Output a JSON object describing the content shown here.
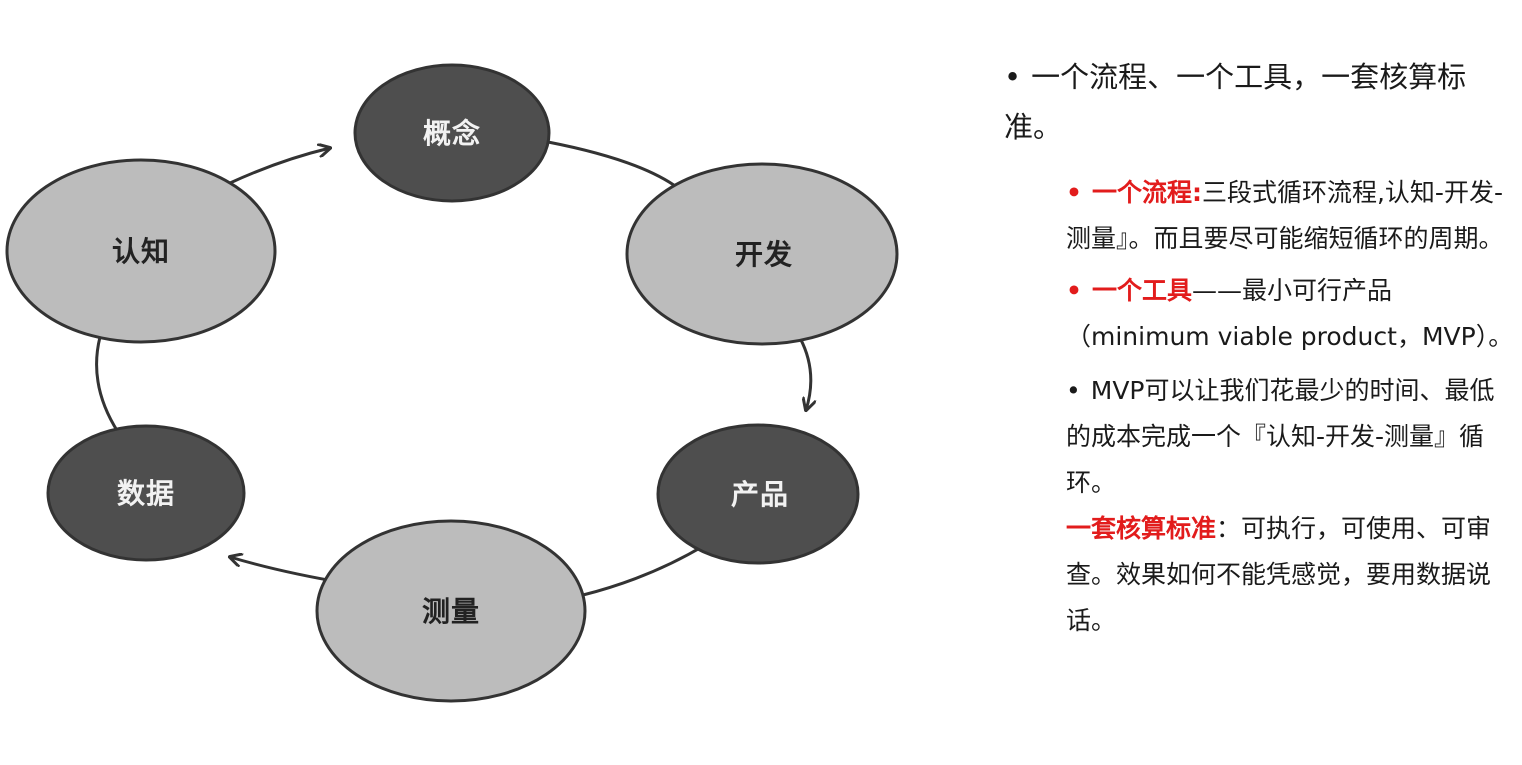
{
  "diagram": {
    "nodes": [
      {
        "id": "concept",
        "label": "概念",
        "style": "dark"
      },
      {
        "id": "develop",
        "label": "开发",
        "style": "light"
      },
      {
        "id": "product",
        "label": "产品",
        "style": "dark"
      },
      {
        "id": "measure",
        "label": "测量",
        "style": "light"
      },
      {
        "id": "data",
        "label": "数据",
        "style": "dark"
      },
      {
        "id": "cognition",
        "label": "认知",
        "style": "light"
      }
    ],
    "colors": {
      "dark_fill": "#4e4e4e",
      "light_fill": "#bcbcbc",
      "stroke": "#333333",
      "dark_text": "#f2f2f2",
      "light_text": "#222222"
    }
  },
  "text": {
    "main_bullet": "•",
    "main": "一个流程、一个工具，一套核算标准。",
    "item1": {
      "bullet": "•",
      "highlight": "一个流程:",
      "rest": "三段式循环流程,认知-开发-测量』。而且要尽可能缩短循环的周期。"
    },
    "item2": {
      "bullet": "•",
      "highlight": "一个工具",
      "rest": "——最小可行产品（minimum viable product，MVP）。"
    },
    "item3": {
      "bullet": "•",
      "text": "MVP可以让我们花最少的时间、最低的成本完成一个『认知-开发-测量』循环。"
    },
    "item4": {
      "highlight": "一套核算标准",
      "rest": "：可执行，可使用、可审查。效果如何不能凭感觉，要用数据说话。"
    },
    "highlight_color": "#e21c1c"
  }
}
